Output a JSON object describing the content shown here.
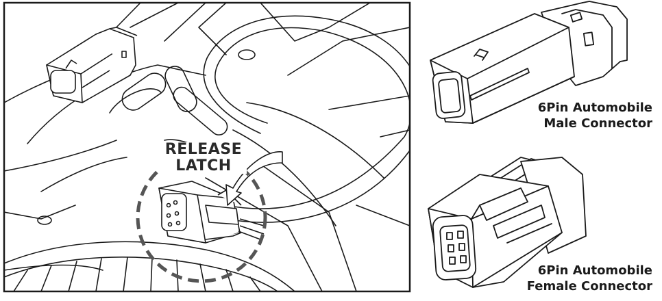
{
  "callout": {
    "line1": "RELEASE",
    "line2": "LATCH"
  },
  "male_caption": {
    "line1": "6Pin Automobile",
    "line2": "Male Connector"
  },
  "female_caption": {
    "line1": "6Pin Automobile",
    "line2": "Female Connector"
  },
  "colors": {
    "stroke": "#1a1a1a",
    "dash": "#555555"
  },
  "icons": [
    "male-connector-icon",
    "female-connector-icon",
    "curved-arrow-icon"
  ]
}
